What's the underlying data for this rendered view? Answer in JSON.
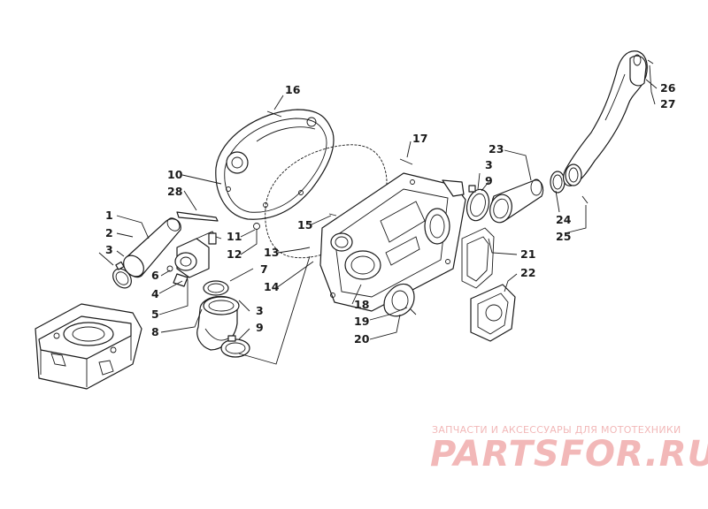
{
  "callouts": [
    "1",
    "2",
    "3",
    "4",
    "5",
    "6",
    "7",
    "8",
    "3",
    "9",
    "10",
    "28",
    "11",
    "12",
    "13",
    "14",
    "15",
    "16",
    "17",
    "18",
    "19",
    "20",
    "3",
    "9",
    "23",
    "21",
    "22",
    "24",
    "25",
    "26",
    "27"
  ],
  "watermark": {
    "caption": "ЗАПЧАСТИ И АКСЕССУАРЫ ДЛЯ МОТОТЕХНИКИ",
    "logo": "PARTSFOR.RU",
    "color": "#f2b8b8"
  }
}
